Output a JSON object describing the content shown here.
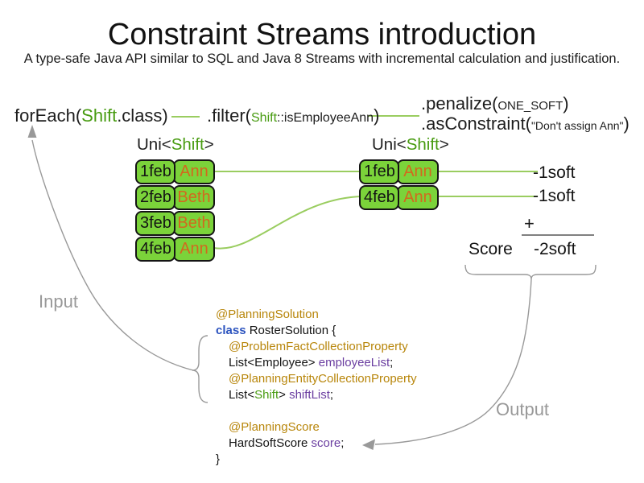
{
  "title": "Constraint Streams introduction",
  "subtitle": "A type-safe Java API similar to SQL and Java 8 Streams with incremental calculation and justification.",
  "flow": {
    "foreach": {
      "prefix": "forEach(",
      "type": "Shift",
      "suffix": ".class)"
    },
    "filter": {
      "prefix": ".filter(",
      "arg_type": "Shift",
      "arg_rest": "::isEmployeeAnn",
      "suffix": ")"
    },
    "penalize": {
      "prefix": ".penalize(",
      "arg": "ONE_SOFT",
      "suffix": ")"
    },
    "as_constraint": {
      "prefix": ".asConstraint(",
      "arg": "\"Don't assign Ann\"",
      "suffix": ")"
    }
  },
  "streams": {
    "left": {
      "label": {
        "prefix": "Uni<",
        "type": "Shift",
        "suffix": ">"
      },
      "rows": [
        {
          "date": "1feb",
          "employee": "Ann"
        },
        {
          "date": "2feb",
          "employee": "Beth"
        },
        {
          "date": "3feb",
          "employee": "Beth"
        },
        {
          "date": "4feb",
          "employee": "Ann"
        }
      ]
    },
    "right": {
      "label": {
        "prefix": "Uni<",
        "type": "Shift",
        "suffix": ">"
      },
      "rows": [
        {
          "date": "1feb",
          "employee": "Ann"
        },
        {
          "date": "4feb",
          "employee": "Ann"
        }
      ]
    }
  },
  "score_panel": {
    "match_scores": [
      "-1soft",
      "-1soft"
    ],
    "plus_sign": "+",
    "score_label": "Score",
    "total_score": "-2soft"
  },
  "annotations": {
    "input_label": "Input",
    "output_label": "Output"
  },
  "code": {
    "lines": [
      {
        "indent": 0,
        "segments": [
          {
            "text": "@PlanningSolution",
            "style": "annotation"
          }
        ]
      },
      {
        "indent": 0,
        "segments": [
          {
            "text": "class",
            "style": "keyword"
          },
          {
            "text": " RosterSolution {",
            "style": "plain"
          }
        ]
      },
      {
        "indent": 1,
        "segments": [
          {
            "text": "@ProblemFactCollectionProperty",
            "style": "annotation"
          }
        ]
      },
      {
        "indent": 1,
        "segments": [
          {
            "text": "List<Employee> ",
            "style": "plain"
          },
          {
            "text": "employeeList",
            "style": "field"
          },
          {
            "text": ";",
            "style": "plain"
          }
        ]
      },
      {
        "indent": 1,
        "segments": [
          {
            "text": "@PlanningEntityCollectionProperty",
            "style": "annotation"
          }
        ]
      },
      {
        "indent": 1,
        "segments": [
          {
            "text": "List<",
            "style": "plain"
          },
          {
            "text": "Shift",
            "style": "type"
          },
          {
            "text": "> ",
            "style": "plain"
          },
          {
            "text": "shiftList",
            "style": "field"
          },
          {
            "text": ";",
            "style": "plain"
          }
        ]
      },
      {
        "indent": 1,
        "segments": []
      },
      {
        "indent": 1,
        "segments": [
          {
            "text": "@PlanningScore",
            "style": "annotation"
          }
        ]
      },
      {
        "indent": 1,
        "segments": [
          {
            "text": "HardSoftScore ",
            "style": "plain"
          },
          {
            "text": "score",
            "style": "field"
          },
          {
            "text": ";",
            "style": "plain"
          }
        ]
      },
      {
        "indent": 0,
        "segments": [
          {
            "text": "}",
            "style": "plain"
          }
        ]
      }
    ]
  },
  "colors": {
    "type_green": "#479b10",
    "box_green": "#7bd33a",
    "line_green": "#9acd60",
    "employee_orange": "#d2691e",
    "annotation_gold": "#b8860b",
    "keyword_blue": "#2a52be",
    "field_purple": "#6a3da0",
    "gray": "#999999",
    "sum_line_gray": "#808080",
    "text_black": "#141414"
  }
}
